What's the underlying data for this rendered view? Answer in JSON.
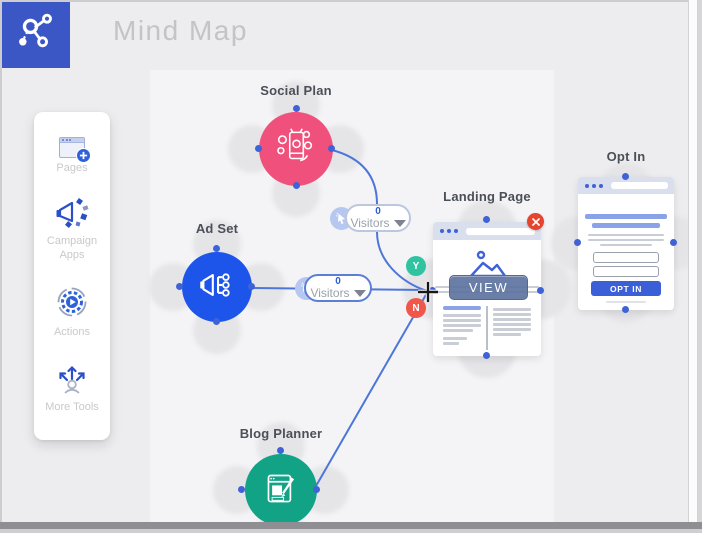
{
  "header": {
    "title": "Mind Map",
    "logo_icon": "mind-map-network-icon"
  },
  "sidebar": {
    "items": [
      {
        "label": "Pages",
        "icon": "pages-icon"
      },
      {
        "label": "Campaign Apps",
        "icon": "campaign-apps-icon"
      },
      {
        "label": "Actions",
        "icon": "actions-icon"
      },
      {
        "label": "More Tools",
        "icon": "more-tools-icon"
      }
    ]
  },
  "canvas": {
    "nodes": [
      {
        "id": "social-plan",
        "label": "Social Plan",
        "shape": "circle",
        "color": "#f0517c",
        "icon": "social-media-phone-icon"
      },
      {
        "id": "ad-set",
        "label": "Ad Set",
        "shape": "circle",
        "color": "#1d55ea",
        "icon": "megaphone-audience-icon"
      },
      {
        "id": "blog-planner",
        "label": "Blog Planner",
        "shape": "circle",
        "color": "#12a286",
        "icon": "blog-edit-icon"
      },
      {
        "id": "landing-page",
        "label": "Landing Page",
        "shape": "browser-page",
        "button_label": "VIEW",
        "icon": "image-placeholder-icon"
      },
      {
        "id": "opt-in",
        "label": "Opt In",
        "shape": "browser-page",
        "button_label": "OPT IN",
        "icon": "form-fields-icon"
      }
    ],
    "visitor_badges": [
      {
        "count": "0",
        "label": "Visitors"
      },
      {
        "count": "0",
        "label": "Visitors"
      }
    ],
    "branch_badges": [
      {
        "label": "Y",
        "color": "#2fc3a2"
      },
      {
        "label": "N",
        "color": "#f0564a"
      }
    ]
  },
  "colors": {
    "accent_blue": "#2f62d8",
    "node_pink": "#f0517c",
    "node_blue": "#1d55ea",
    "node_teal": "#12a286",
    "line_blue": "#4d76d9",
    "yes_green": "#2fc3a2",
    "no_red": "#f0564a",
    "close_red": "#e8432c"
  }
}
